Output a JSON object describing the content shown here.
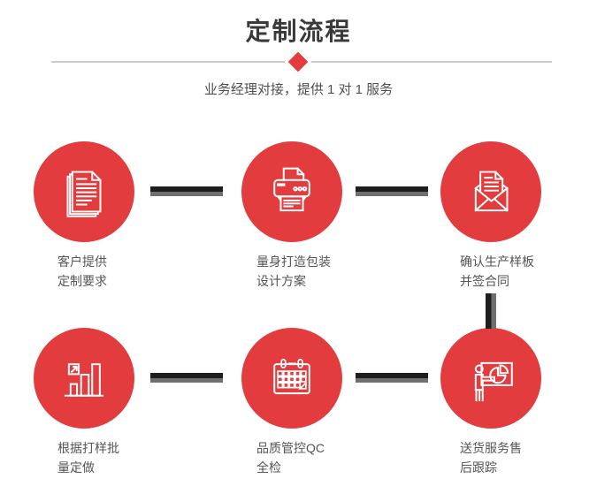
{
  "header": {
    "title": "定制流程",
    "subtitle": "业务经理对接，提供 1 对 1 服务"
  },
  "colors": {
    "accent": "#e23c3e",
    "title_text": "#3a3a3a",
    "body_text": "#555555",
    "divider": "#cccccc",
    "connector_dark": "#1e1e1e",
    "connector_light": "#6f6f6f",
    "icon_stroke": "#ffffff"
  },
  "steps": [
    {
      "icon": "documents-icon",
      "label_lines": [
        "客户提供",
        "定制要求"
      ]
    },
    {
      "icon": "printer-icon",
      "label_lines": [
        "量身打造包装",
        "设计方案"
      ]
    },
    {
      "icon": "envelope-icon",
      "label_lines": [
        "确认生产样板",
        "并签合同"
      ]
    },
    {
      "icon": "bar-chart-icon",
      "label_lines": [
        "根据打样批",
        "量定做"
      ]
    },
    {
      "icon": "calendar-icon",
      "label_lines": [
        "品质管控QC",
        "全检"
      ]
    },
    {
      "icon": "presentation-icon",
      "label_lines": [
        "送货服务售",
        "后跟踪"
      ]
    }
  ]
}
